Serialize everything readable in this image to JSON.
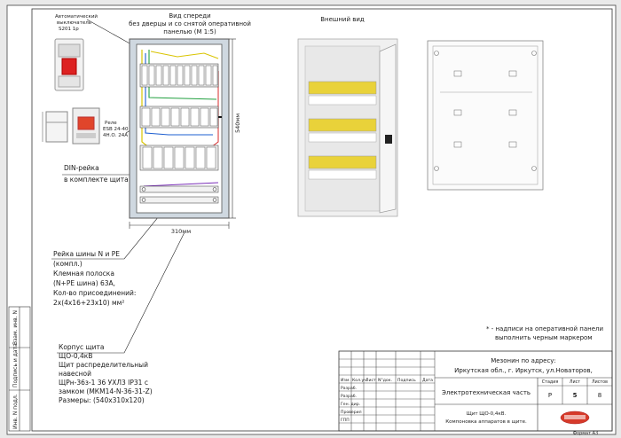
{
  "front_view": {
    "title_line1": "Вид спереди",
    "title_line2": "без дверцы и со снятой оперативной",
    "title_line3": "панелью (М 1:5)",
    "dim_height": "540мм",
    "dim_width": "310мм"
  },
  "external_view": {
    "title": "Внешний вид"
  },
  "callouts": {
    "breaker_label_1": "Автоматический",
    "breaker_label_2": "выключатель",
    "breaker_label_3": "S201 1р",
    "relay_label_1": "Реле",
    "relay_label_2": "ESB 24-40",
    "relay_label_3": "4Н.О. 24А",
    "din_rail_1": "DIN-рейка",
    "din_rail_2": "в комплекте щита",
    "busbar": [
      "Рейка шины N и PE",
      "(компл.)",
      "Клемная полоска",
      "(N+PE шина) 63А,",
      "Кол-во присоединений:",
      "2х(4х16+23х10) мм²"
    ],
    "housing": [
      "Корпус щита",
      "ЩО-0,4кВ",
      "Щит распределительный",
      "навесной",
      "ЩРн-36з-1 36 УХЛ3 IP31 с",
      "замком (МКМ14-N-36-31-Z)",
      "Размеры: (540х310х120)"
    ]
  },
  "note": {
    "line1": "* - надписи на оперативной панели",
    "line2": "выполнить черным маркером"
  },
  "side_stamp": {
    "inv_orig": "Инв. N подл.",
    "sign_date": "Подпись и дата",
    "replace_inv": "Взам. инв. N"
  },
  "title_block": {
    "address_1": "Мезонин по адресу:",
    "address_2": "Иркутская обл., г. Иркутск, ул.Новаторов,",
    "section": "Электротехническая часть",
    "sheet_name_1": "Щит ЩО-0,4кВ.",
    "sheet_name_2": "Компоновка аппаратов в щите.",
    "rows": [
      "Изм.",
      "Кол.уч.",
      "Лист",
      "N°док.",
      "Подпись",
      "Дата"
    ],
    "roles": [
      "Разраб.",
      "Разраб.",
      "Ген. дир.",
      "Проверил",
      "ГПП"
    ],
    "stage_label": "Стадия",
    "sheet_label": "Лист",
    "sheets_label": "Листов",
    "stage_value": "Р",
    "sheet_value": "5",
    "sheets_value": "8",
    "format": "Формат А3"
  }
}
